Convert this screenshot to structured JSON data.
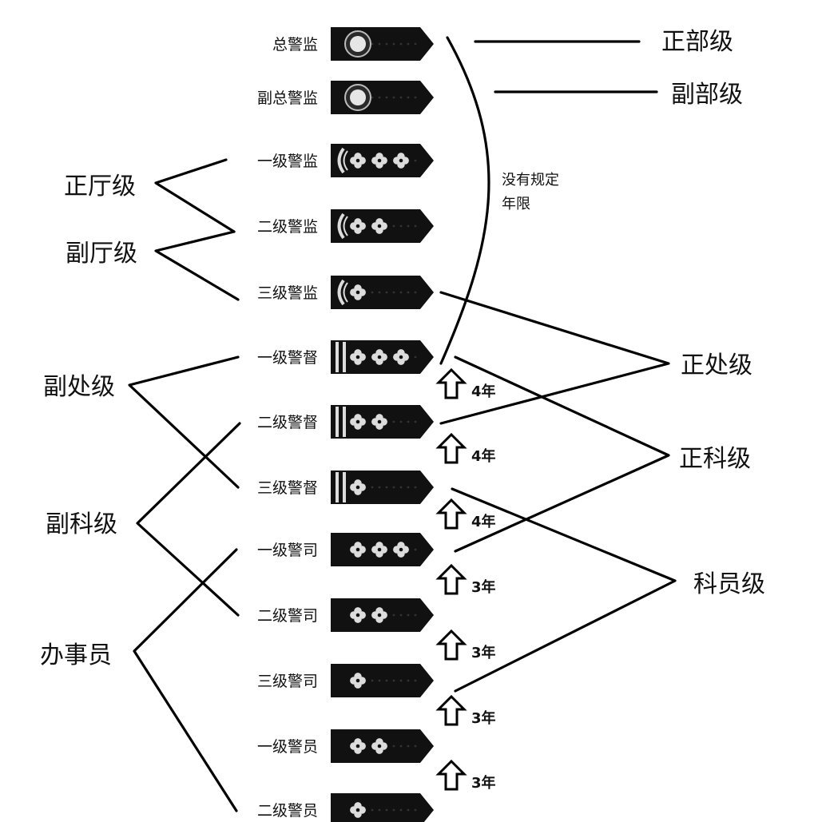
{
  "ranks": [
    {
      "name": "总警监",
      "insignia": "emblem",
      "stars": 0
    },
    {
      "name": "副总警监",
      "insignia": "emblem",
      "stars": 0
    },
    {
      "name": "一级警监",
      "insignia": "olive-branch",
      "stars": 3
    },
    {
      "name": "二级警监",
      "insignia": "olive-branch",
      "stars": 2
    },
    {
      "name": "三级警监",
      "insignia": "olive-branch",
      "stars": 1
    },
    {
      "name": "一级警督",
      "insignia": "two-bars",
      "stars": 3
    },
    {
      "name": "二级警督",
      "insignia": "two-bars",
      "stars": 2
    },
    {
      "name": "三级警督",
      "insignia": "two-bars",
      "stars": 1
    },
    {
      "name": "一级警司",
      "insignia": "plain",
      "stars": 3
    },
    {
      "name": "二级警司",
      "insignia": "plain",
      "stars": 2
    },
    {
      "name": "三级警司",
      "insignia": "plain",
      "stars": 1
    },
    {
      "name": "一级警员",
      "insignia": "plain",
      "stars": 2
    },
    {
      "name": "二级警员",
      "insignia": "plain",
      "stars": 1
    }
  ],
  "promotion_years": [
    "4年",
    "4年",
    "4年",
    "3年",
    "3年",
    "3年",
    "3年"
  ],
  "note": [
    "没有规定",
    "年限"
  ],
  "left_grades": {
    "zheng_ting": "正厅级",
    "fu_ting": "副厅级",
    "fu_chu": "副处级",
    "fu_ke": "副科级",
    "ban_shi": "办事员"
  },
  "right_grades": {
    "zheng_bu": "正部级",
    "fu_bu": "副部级",
    "zheng_chu": "正处级",
    "zheng_ke": "正科级",
    "ke_yuan": "科员级"
  },
  "colors": {
    "board": "#111111",
    "star": "#dcdcdc",
    "line": "#000000"
  }
}
